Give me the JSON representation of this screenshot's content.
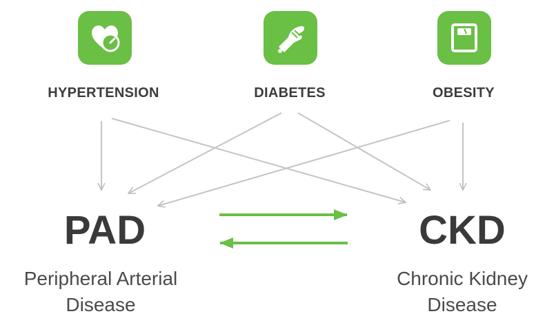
{
  "risk_factors": [
    {
      "label": "HYPERTENSION",
      "icon": "heart-gauge-icon"
    },
    {
      "label": "DIABETES",
      "icon": "glucose-test-icon"
    },
    {
      "label": "OBESITY",
      "icon": "weight-scale-icon"
    }
  ],
  "diseases": [
    {
      "abbr": "PAD",
      "name_line1": "Peripheral Arterial",
      "name_line2": "Disease"
    },
    {
      "abbr": "CKD",
      "name_line1": "Chronic Kidney",
      "name_line2": "Disease"
    }
  ],
  "colors": {
    "accent_green": "#6abf45",
    "connector_gray": "#c4c4c4",
    "text_dark": "#3a3a3a"
  }
}
